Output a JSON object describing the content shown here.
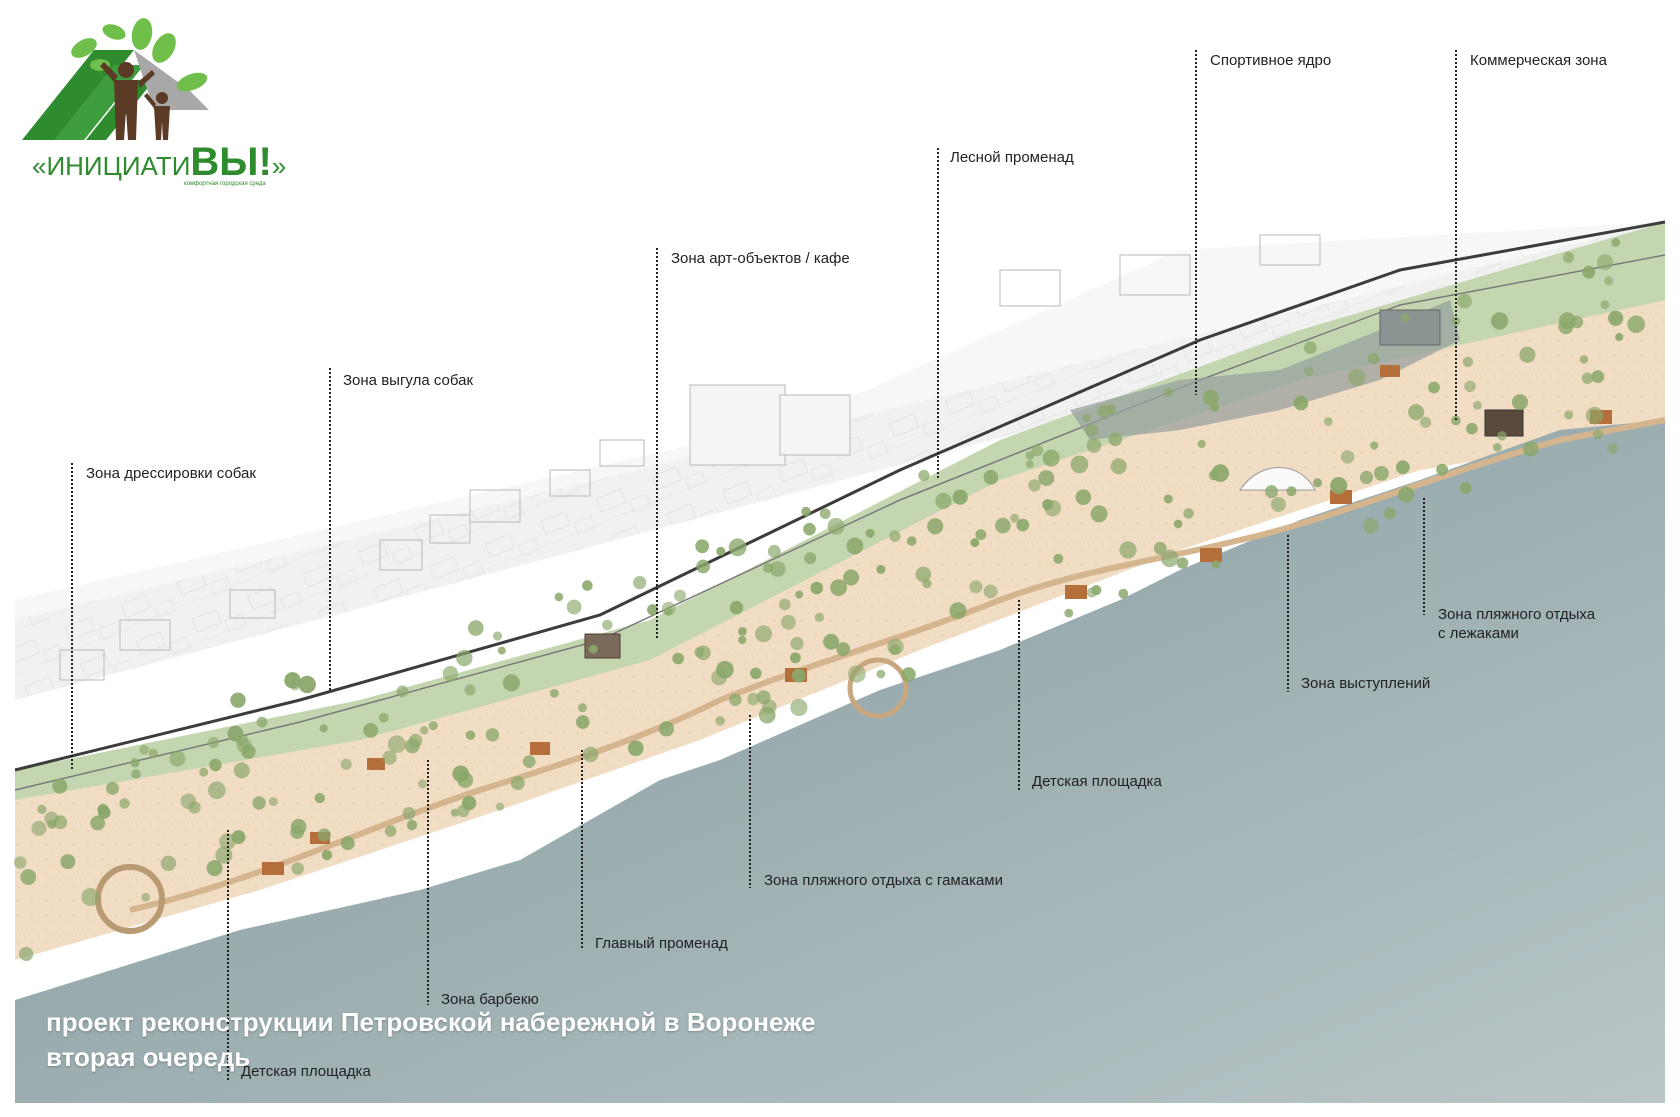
{
  "logo": {
    "quote_open": "«",
    "text_a": "ИНИЦИАТИ",
    "text_b": "ВЫ!",
    "quote_close": "»",
    "subtitle": "комфортная городская среда",
    "icon": "people-leaves-logo"
  },
  "caption": {
    "line1": "проект реконструкции Петровской набережной в Воронеже",
    "line2": "вторая очередь"
  },
  "zones": [
    {
      "id": "sport-core",
      "label": "Спортивное ядро"
    },
    {
      "id": "commercial",
      "label": "Коммерческая зона"
    },
    {
      "id": "forest-promenade",
      "label": "Лесной променад"
    },
    {
      "id": "art-objects-cafe",
      "label": "Зона арт-объектов / кафе"
    },
    {
      "id": "dog-walking",
      "label": "Зона выгула собак"
    },
    {
      "id": "dog-training",
      "label": "Зона дрессировки собак"
    },
    {
      "id": "beach-loungers",
      "label": "Зона пляжного отдыха\nс лежаками"
    },
    {
      "id": "performances",
      "label": "Зона выступлений"
    },
    {
      "id": "playground-east",
      "label": "Детская площадка"
    },
    {
      "id": "beach-hammocks",
      "label": "Зона пляжного отдыха с гамаками"
    },
    {
      "id": "main-promenade",
      "label": "Главный променад"
    },
    {
      "id": "barbecue",
      "label": "Зона барбекю"
    },
    {
      "id": "playground-west",
      "label": "Детская площадка"
    }
  ],
  "colors": {
    "water": "#8ea4a7",
    "sand": "#f1dcc4",
    "grass": "#b9cfa7",
    "tree": "#8aa76a",
    "city": "#eeeeee",
    "road": "#3c3c3c",
    "logo_green": "#2e8b2e",
    "logo_brown": "#5b3a26"
  }
}
